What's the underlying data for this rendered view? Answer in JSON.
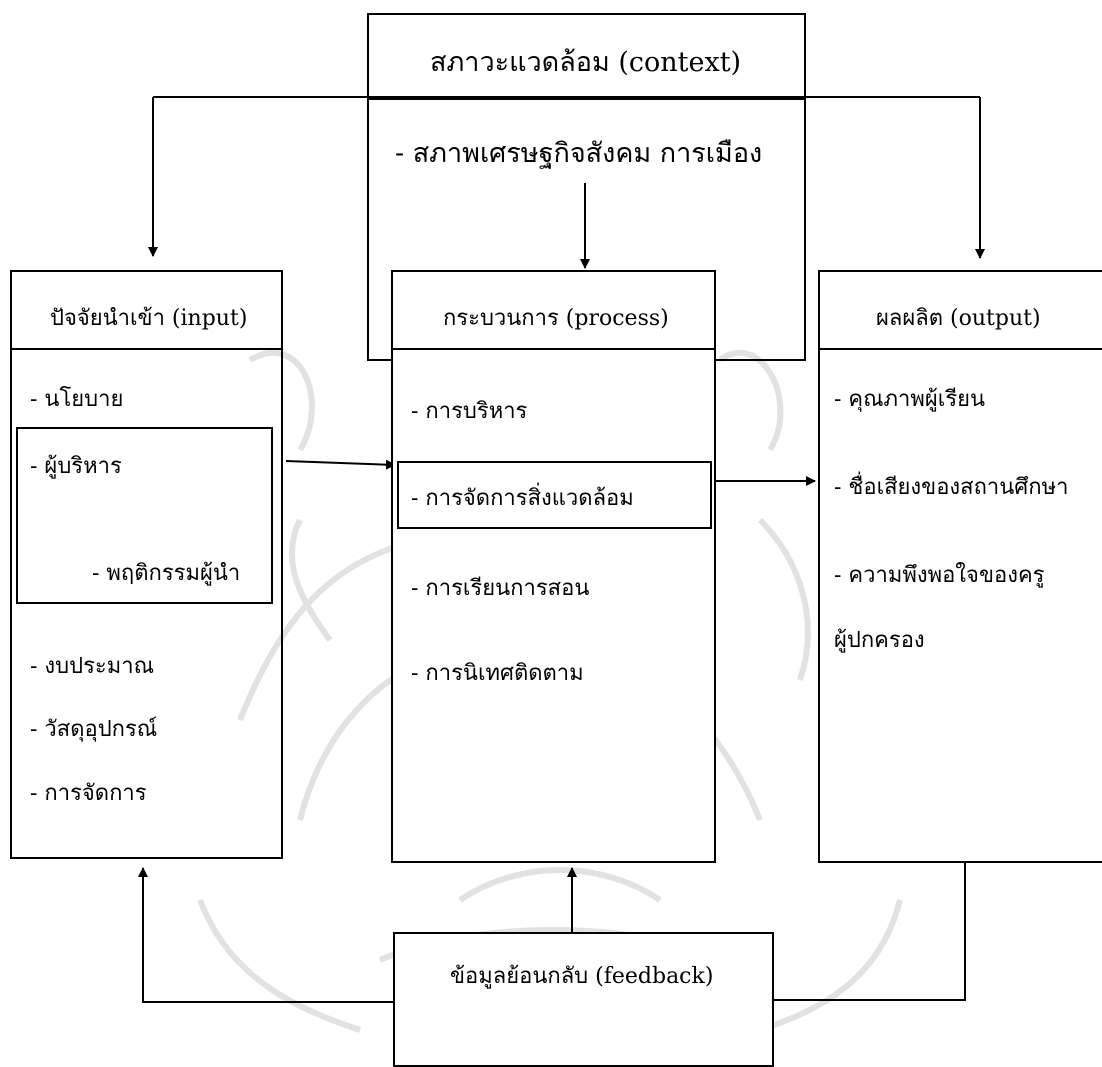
{
  "context": {
    "title": "สภาวะแวดล้อม (context)",
    "item": "- สภาพเศรษฐกิจสังคม  การเมือง"
  },
  "input": {
    "title": "ปัจจัยนำเข้า (input)",
    "items": [
      "- นโยบาย",
      "- ผู้บริหาร",
      "- พฤติกรรมผู้นำ",
      "- งบประมาณ",
      "- วัสดุอุปกรณ์",
      "- การจัดการ"
    ]
  },
  "process": {
    "title": "กระบวนการ (process)",
    "items": [
      "- การบริหาร",
      "- การจัดการสิ่งแวดล้อม",
      "- การเรียนการสอน",
      "- การนิเทศติดตาม"
    ]
  },
  "output": {
    "title": "ผลผลิต (output)",
    "items": [
      "- คุณภาพผู้เรียน",
      "- ชื่อเสียงของสถานศึกษา",
      "- ความพึงพอใจของครู",
      "ผู้ปกครอง"
    ]
  },
  "feedback": {
    "title": "ข้อมูลย้อนกลับ (feedback)"
  },
  "colors": {
    "line": "#000000",
    "watermark": "#e3e3e3"
  }
}
